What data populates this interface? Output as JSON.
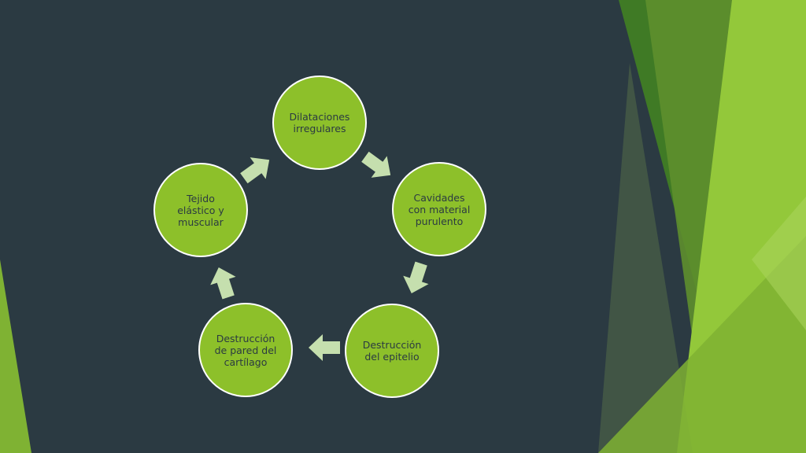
{
  "colors": {
    "background": "#2b3a42",
    "node_fill": "#8dc02a",
    "node_border": "#ffffff",
    "node_text": "#2b3a42",
    "arrow_fill": "#c5dfae",
    "decor_light": "#93c83a",
    "decor_dark": "#3f7a25"
  },
  "cycle": {
    "nodes": [
      {
        "label": "Dilataciones\nirregulares"
      },
      {
        "label": "Cavidades\ncon material\npurulento"
      },
      {
        "label": "Destrucción\ndel epitelio"
      },
      {
        "label": "Destrucción\nde pared del\ncartílago"
      },
      {
        "label": "Tejido\nelástico y\nmuscular"
      }
    ],
    "arrow_icon": "right-arrow-icon"
  }
}
